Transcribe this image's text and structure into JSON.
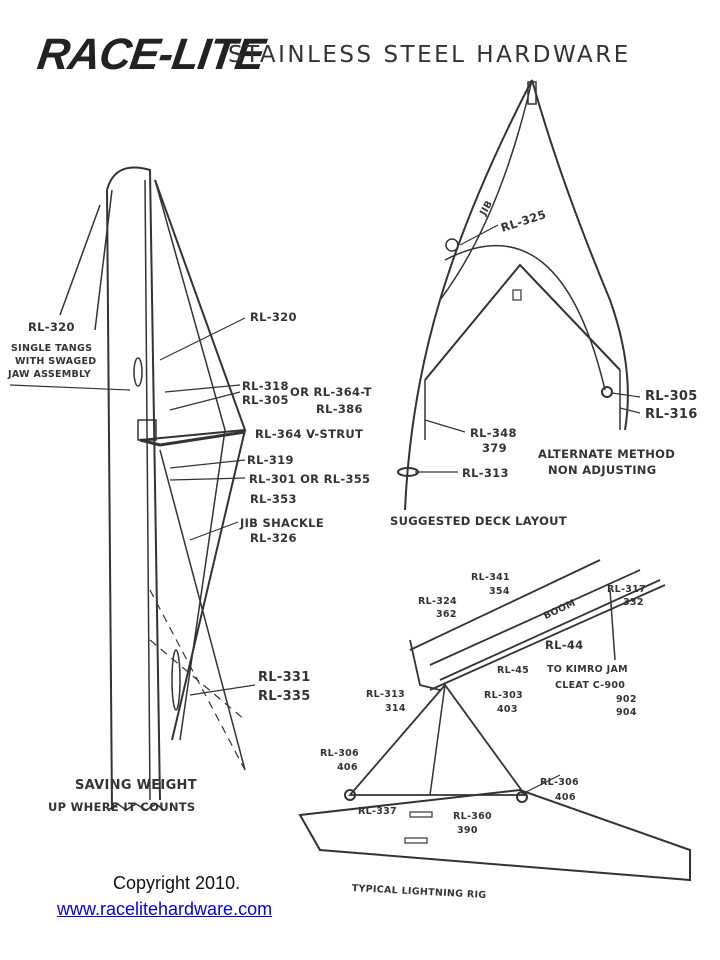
{
  "header": {
    "logo": "RACE-LITE",
    "title": "STAINLESS STEEL HARDWARE"
  },
  "mast": {
    "rl320_left": "RL-320",
    "tangs_1": "SINGLE TANGS",
    "tangs_2": "WITH SWAGED",
    "tangs_3": "JAW ASSEMBLY",
    "rl320_right": "RL-320",
    "rl318": "RL-318",
    "rl305": "RL-305",
    "rl364t": "OR RL-364-T",
    "rl386": "RL-386",
    "vstrut": "RL-364 V-STRUT",
    "rl319": "RL-319",
    "rl301": "RL-301 OR RL-355",
    "rl353": "RL-353",
    "jib_shackle": "JIB SHACKLE",
    "rl326": "RL-326",
    "rl331": "RL-331",
    "rl335": "RL-335",
    "caption_1": "SAVING WEIGHT",
    "caption_2": "UP WHERE IT COUNTS"
  },
  "deck": {
    "jib": "JIB",
    "rl325": "RL-325",
    "rl305": "RL-305",
    "rl316": "RL-316",
    "rl348": "RL-348",
    "n379": "379",
    "rl313": "RL-313",
    "alt_1": "ALTERNATE METHOD",
    "alt_2": "NON ADJUSTING",
    "caption": "SUGGESTED DECK LAYOUT"
  },
  "rig": {
    "rl341": "RL-341",
    "n354": "354",
    "rl324": "RL-324",
    "n362": "362",
    "boom": "BOOM",
    "rl317": "RL-317",
    "n332": "332",
    "rl44": "RL-44",
    "rl45": "RL-45",
    "kimro_1": "TO KIMRO JAM",
    "kimro_2": "CLEAT C-900",
    "n902": "902",
    "n904": "904",
    "rl313": "RL-313",
    "n314": "314",
    "rl303": "RL-303",
    "n403": "403",
    "rl306a": "RL-306",
    "n406a": "406",
    "rl306b": "RL-306",
    "n406b": "406",
    "rl337": "RL-337",
    "rl360": "RL-360",
    "n390": "390",
    "caption": "TYPICAL LIGHTNING RIG"
  },
  "footer": {
    "copyright": "Copyright  2010.",
    "link": "www.racelitehardware.com"
  }
}
